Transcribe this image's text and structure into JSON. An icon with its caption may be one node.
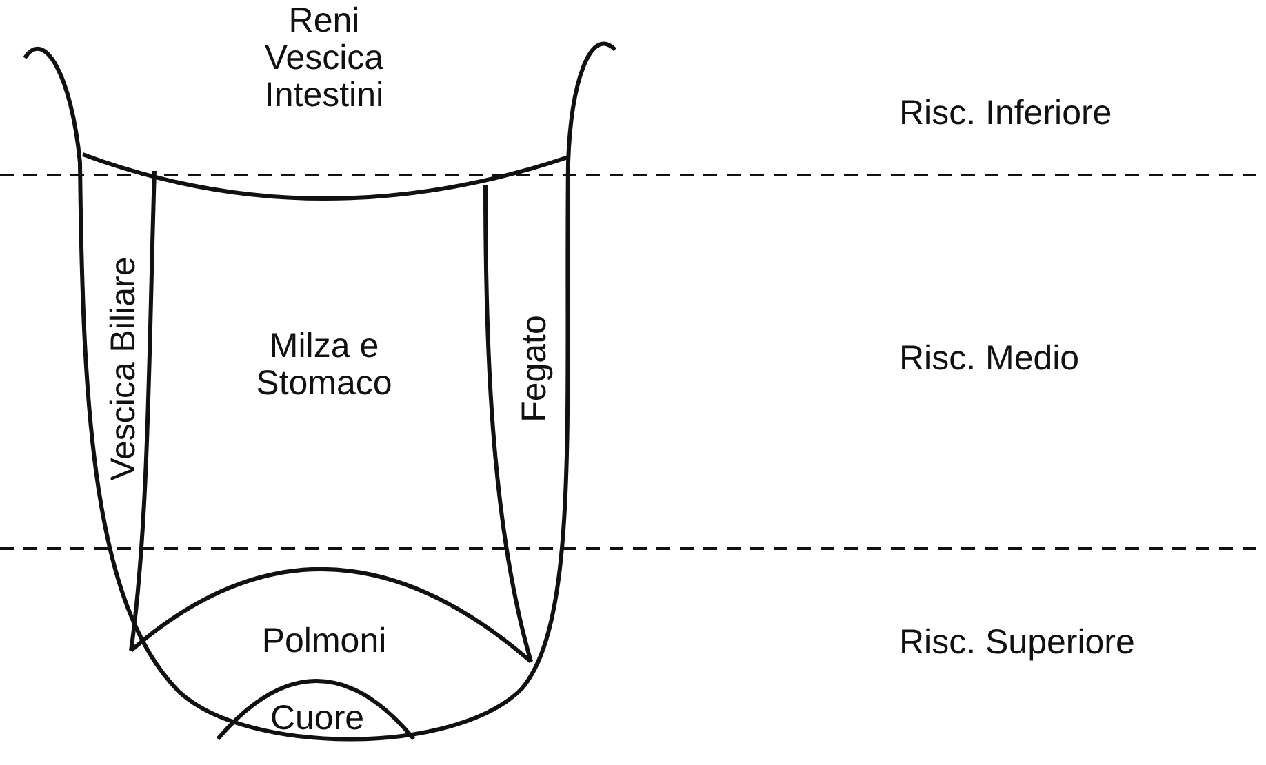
{
  "diagram": {
    "nodes": [
      {
        "text": [
          "Reni Vescica Intestini"
        ]
      },
      {
        "text": [
          "Vescica Biliare"
        ]
      },
      {
        "text": [
          "Milza e Stomaco"
        ]
      },
      {
        "text": [
          "Fegato"
        ]
      },
      {
        "text": [
          "Polmoni"
        ]
      },
      {
        "text": [
          "Cuore"
        ]
      }
    ],
    "edges": [],
    "labels": [
      "Risc. Inferiore",
      "Risc. Medio",
      "Risc. Superiore"
    ]
  }
}
